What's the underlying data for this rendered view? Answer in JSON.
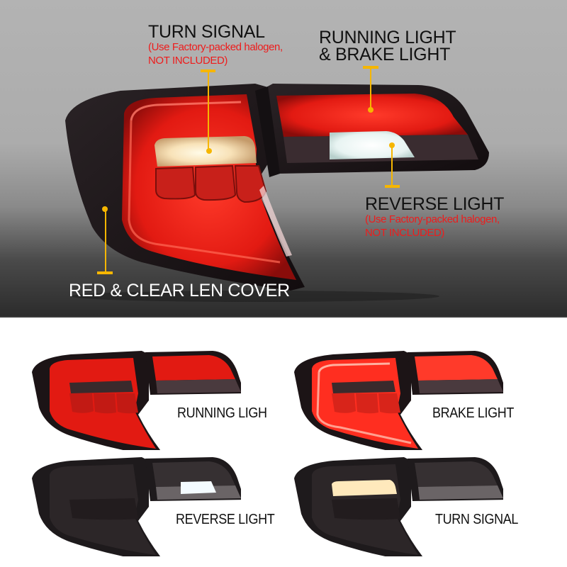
{
  "hero": {
    "callouts": {
      "turn_signal": {
        "title": "TURN SIGNAL",
        "note_line1": "(Use Factory-packed halogen,",
        "note_line2": "NOT INCLUDED)"
      },
      "running_brake": {
        "title_line1": "RUNNING LIGHT",
        "title_line2": "& BRAKE LIGHT"
      },
      "reverse": {
        "title": "REVERSE LIGHT",
        "note_line1": "(Use Factory-packed halogen,",
        "note_line2": "NOT INCLUDED)"
      },
      "lens_cover": {
        "title": "RED & CLEAR LEN COVER"
      }
    }
  },
  "variants": [
    {
      "label": "RUNNING LIGH",
      "mode": "running"
    },
    {
      "label": "BRAKE LIGHT",
      "mode": "brake"
    },
    {
      "label": "REVERSE LIGHT",
      "mode": "reverse"
    },
    {
      "label": "TURN SIGNAL",
      "mode": "turn"
    }
  ],
  "colors": {
    "callout": "#f6b600",
    "note_red": "#ee1c1c",
    "lamp_red": "#e8201a",
    "housing": "#1c1416"
  }
}
